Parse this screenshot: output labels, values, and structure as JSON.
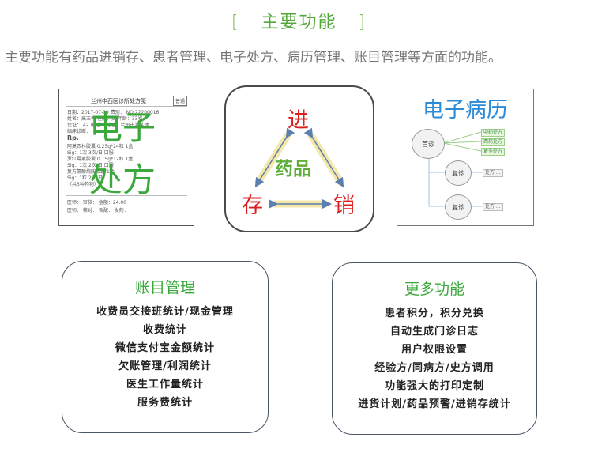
{
  "header": {
    "bracket_left": "[",
    "title": "主要功能",
    "bracket_right": "]",
    "intro": "主要功能有药品进销存、患者管理、电子处方、病历管理、账目管理等方面的功能。"
  },
  "prescription": {
    "doc_title": "兰州中西医诊所处方笺",
    "stamp": "普通",
    "overlay_line1": "电子",
    "overlay_line2": "处方",
    "rows": [
      "日期：2017-07-09  费别：                 NO:22200016",
      "姓名：高玉秀    性别：女    年龄：33岁",
      "住址：    42     电话：    地址：兰州市某某地",
      "临床诊断：",
      "Rp.",
      "  阿莫西林胶囊      0.25g*24粒   1盒",
      "  Sig：1次  3次/日 口服",
      "  罗红霉素胶囊   0.15g*12粒   1盒",
      "  Sig：1次  2次/日 口服",
      "  复方氨酚烷胺胶囊   1盒",
      "  Sig：1粒  2次/日",
      "  （共3种药物）",
      "医师：      审核：      金额：24.00",
      "医师：    核对：    调配：    发药："
    ]
  },
  "inventory": {
    "top": "进",
    "left": "存",
    "right": "销",
    "center": "药品"
  },
  "emr": {
    "title": "电子病历",
    "first_visit": "首诊",
    "revisit_1": "复诊",
    "revisit_2": "复诊",
    "tags": [
      "中药处方",
      "西药处方",
      "更多处方"
    ],
    "rx_1": "处方 ...",
    "rx_2": "处方 ..."
  },
  "accounts_card": {
    "title": "账目管理",
    "items": [
      "收费员交接班统计/现金管理",
      "收费统计",
      "微信支付宝金额统计",
      "欠账管理/利润统计",
      "医生工作量统计",
      "服务费统计"
    ]
  },
  "more_card": {
    "title": "更多功能",
    "items": [
      "患者积分，积分兑换",
      "自动生成门诊日志",
      "用户权限设置",
      "经验方/同病方/史方调用",
      "功能强大的打印定制",
      "进货计划/药品预警/进销存统计"
    ]
  },
  "colors": {
    "green": "#3aa83a",
    "red": "#d92020",
    "blue": "#2c8bd6"
  }
}
